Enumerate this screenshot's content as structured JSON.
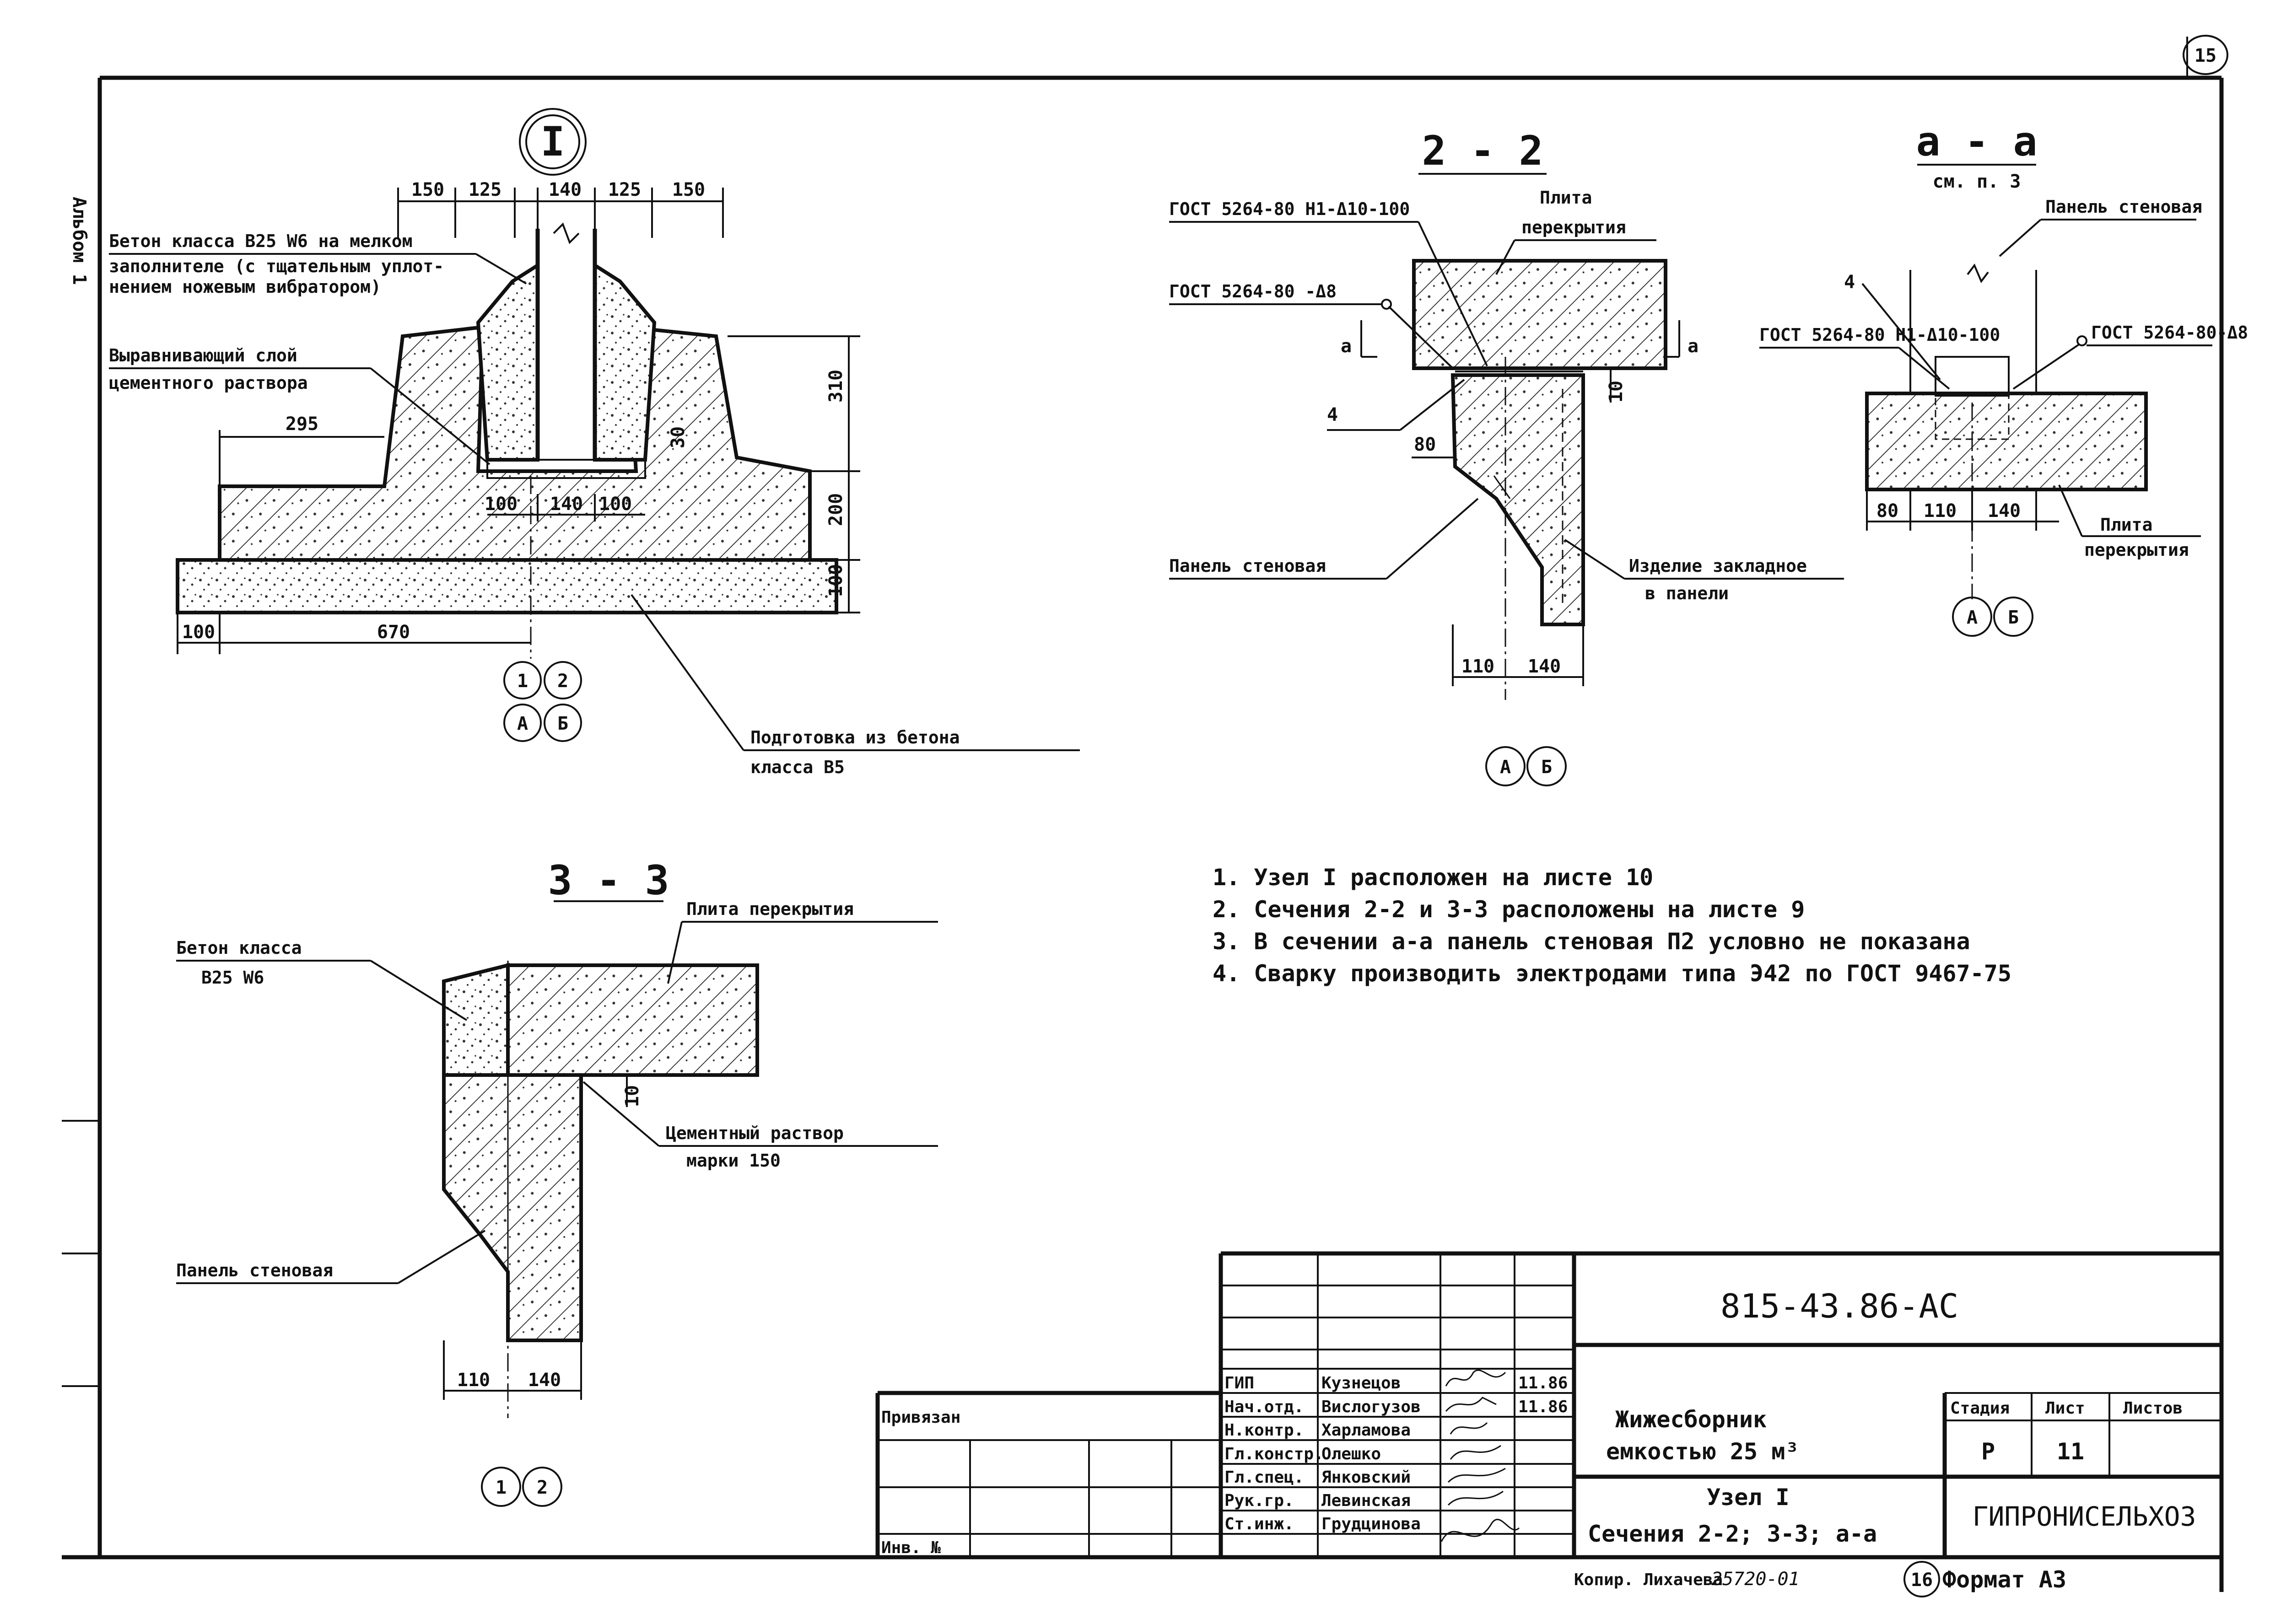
{
  "sheet": {
    "page_number": "15",
    "side_label": "Альбом 1"
  },
  "node1": {
    "marker": "I",
    "dims_top": [
      "150",
      "125",
      "140",
      "125",
      "150"
    ],
    "dims_inner": [
      "100",
      "140",
      "100"
    ],
    "dim_295": "295",
    "dim_310": "310",
    "dim_200": "200",
    "dim_100v": "100",
    "dim_30": "30",
    "dims_bottom": [
      "100",
      "670"
    ],
    "label_concrete": [
      "Бетон класса В25 W6 на мелком",
      "заполнителе (с тщательным уплот-",
      "нением ножевым вибратором)"
    ],
    "label_layer": [
      "Выравнивающий слой",
      "цементного раствора"
    ],
    "label_prep": [
      "Подготовка из бетона",
      "класса В5"
    ],
    "axes_top": [
      "1",
      "2"
    ],
    "axes_bottom": [
      "А",
      "Б"
    ]
  },
  "sec22": {
    "title": "2 - 2",
    "gost1": "ГОСТ 5264-80 Н1-Δ10-100",
    "gost2": "ГОСТ 5264-80 -Δ8",
    "label_slab": [
      "Плита",
      "перекрытия"
    ],
    "cut_a": "а",
    "dim_10": "10",
    "dim_80": "80",
    "callout_4": "4",
    "label_panel": "Панель стеновая",
    "label_embed": [
      "Изделие закладное",
      "в панели"
    ],
    "dims_bottom": [
      "110",
      "140"
    ],
    "axes": [
      "А",
      "Б"
    ]
  },
  "secAA": {
    "title": "а - а",
    "subtitle": "см. п. 3",
    "label_panel": "Панель стеновая",
    "callout_4": "4",
    "gost1": "ГОСТ 5264-80 Н1-Δ10-100",
    "gost2": "ГОСТ 5264-80-Δ8",
    "dims_bottom": [
      "80",
      "110",
      "140"
    ],
    "label_slab": [
      "Плита",
      "перекрытия"
    ],
    "axes": [
      "А",
      "Б"
    ]
  },
  "sec33": {
    "title": "3 - 3",
    "label_slab": "Плита перекрытия",
    "label_concrete": [
      "Бетон класса",
      "В25 W6"
    ],
    "dim_10": "10",
    "label_mortar": [
      "Цементный раствор",
      "марки 150"
    ],
    "label_panel": "Панель стеновая",
    "dims_bottom": [
      "110",
      "140"
    ],
    "axes": [
      "1",
      "2"
    ]
  },
  "notes": [
    "1. Узел I расположен на листе 10",
    "2. Сечения 2-2 и 3-3 расположены на листе 9",
    "3. В сечении а-а панель стеновая П2 условно не показана",
    "4. Сварку производить электродами типа Э42 по ГОСТ 9467-75"
  ],
  "titleblock": {
    "code": "815-43.86-АС",
    "staff": [
      {
        "role": "ГИП",
        "name": "Кузнецов",
        "date": "11.86"
      },
      {
        "role": "Нач.отд.",
        "name": "Вислогузов",
        "date": "11.86"
      },
      {
        "role": "Н.контр.",
        "name": "Харламова",
        "date": ""
      },
      {
        "role": "Гл.констр.",
        "name": "Олешко",
        "date": ""
      },
      {
        "role": "Гл.спец.",
        "name": "Янковский",
        "date": ""
      },
      {
        "role": "Рук.гр.",
        "name": "Левинская",
        "date": ""
      },
      {
        "role": "Ст.инж.",
        "name": "Грудцинова",
        "date": ""
      }
    ],
    "privyazan": "Привязан",
    "inv": "Инв. №",
    "project": [
      "Жижесборник",
      "емкостью 25 м³"
    ],
    "sheet_title": [
      "Узел I",
      "Сечения 2-2; 3-3; а-а"
    ],
    "headers": [
      "Стадия",
      "Лист",
      "Листов"
    ],
    "stage": "Р",
    "sheet_no": "11",
    "sheets_total": "",
    "org": "ГИПРОНИСЕЛЬХОЗ",
    "copy": "Копир. Лихачева",
    "copy_no": "25720-01",
    "format_no": "16",
    "format": "Формат А3"
  }
}
